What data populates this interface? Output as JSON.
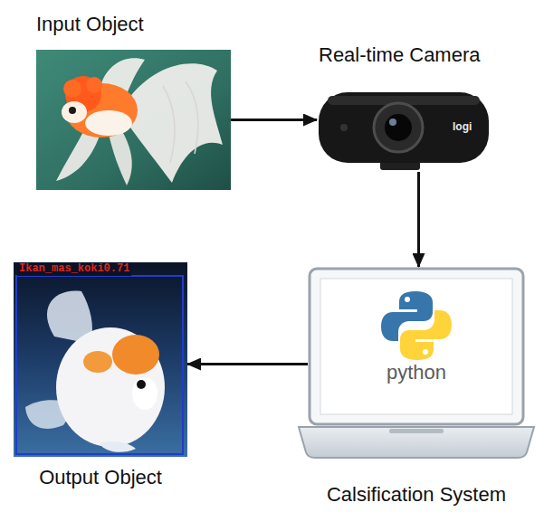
{
  "diagram": {
    "nodes": [
      {
        "text": [
          "Input Object"
        ]
      },
      {
        "text": [
          "Real-time Camera"
        ]
      },
      {
        "text": [
          "python",
          "Calsification System"
        ]
      },
      {
        "text": [
          "Output Object"
        ]
      },
      {
        "text": [
          "Ikan_mas_koki0.71"
        ],
        "in": 3
      }
    ],
    "edges": [
      {
        "from": 0,
        "to": 1,
        "arrow": "to"
      },
      {
        "from": 1,
        "to": 2,
        "arrow": "to"
      },
      {
        "from": 2,
        "to": 3,
        "arrow": "to"
      }
    ],
    "labels": [
      "logi"
    ]
  }
}
